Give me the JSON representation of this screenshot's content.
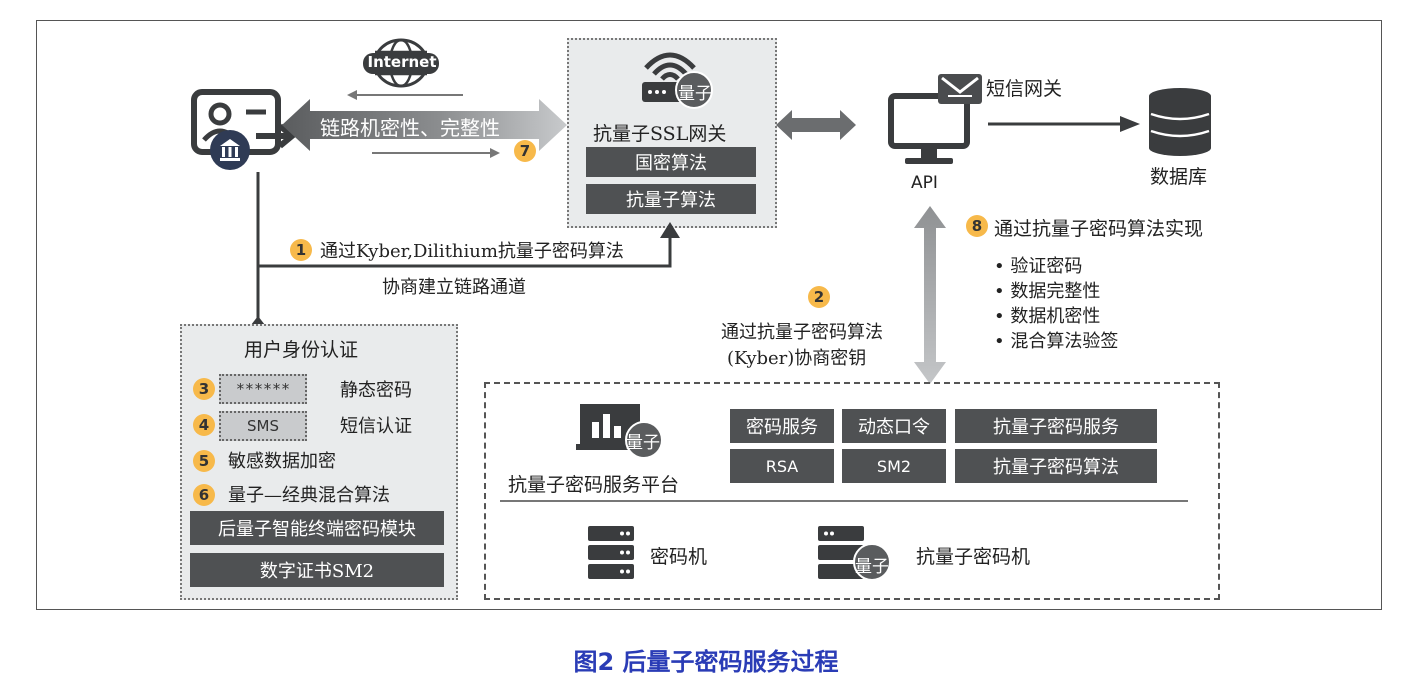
{
  "caption": "图2 后量子密码服务过程",
  "internet": "Internet",
  "link_arrow": "链路机密性、完整性",
  "gateway": {
    "badge": "量子",
    "title": "抗量子SSL网关",
    "bar1": "国密算法",
    "bar2": "抗量子算法"
  },
  "sms_gateway": "短信网关",
  "api": "API",
  "database": "数据库",
  "steps": {
    "s1": "1",
    "s1_text": "通过Kyber,Dilithium抗量子密码算法",
    "s1_text2": "协商建立链路通道",
    "s2": "2",
    "s2_text": "通过抗量子密码算法",
    "s2_text2": "(Kyber)协商密钥",
    "s7": "7",
    "s8": "8",
    "s8_text": "通过抗量子密码算法实现",
    "s8_items": [
      "• 验证密码",
      "• 数据完整性",
      "• 数据机密性",
      "• 混合算法验签"
    ]
  },
  "auth_panel": {
    "title": "用户身份认证",
    "n3": "3",
    "pw_value": "******",
    "pw_label": "静态密码",
    "n4": "4",
    "sms_value": "SMS",
    "sms_label": "短信认证",
    "n5": "5",
    "item5": "敏感数据加密",
    "n6": "6",
    "item6": "量子—经典混合算法",
    "bar1": "后量子智能终端密码模块",
    "bar2": "数字证书SM2"
  },
  "platform": {
    "badge": "量子",
    "title": "抗量子密码服务平台",
    "cells": [
      "密码服务",
      "动态口令",
      "抗量子密码服务",
      "RSA",
      "SM2",
      "抗量子密码算法"
    ],
    "machine1": "密码机",
    "machine2_badge": "量子",
    "machine2": "抗量子密码机"
  },
  "icon_names": [
    "globe-icon",
    "user-card-icon",
    "bank-icon",
    "wifi-router-icon",
    "monitor-icon",
    "envelope-icon",
    "database-icon",
    "chart-laptop-icon",
    "server-icon",
    "quantum-server-icon"
  ]
}
